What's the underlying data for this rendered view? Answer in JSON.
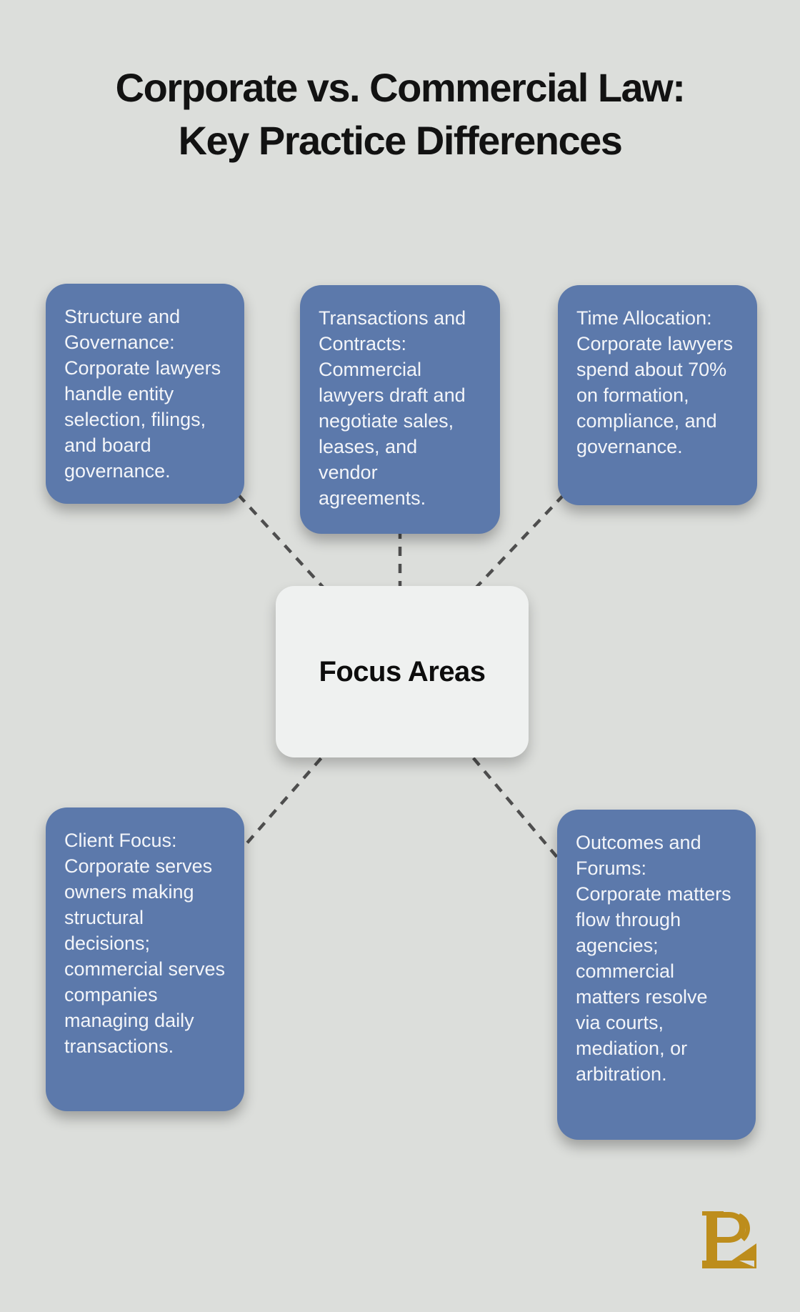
{
  "title": {
    "line1": "Corporate vs. Commercial Law:",
    "line2": "Key Practice Differences"
  },
  "center_node": {
    "label": "Focus Areas"
  },
  "nodes": [
    {
      "id": "structure-governance",
      "text": "Structure and Governance: Corporate lawyers handle entity selection, filings, and board governance."
    },
    {
      "id": "transactions-contracts",
      "text": "Transactions and Contracts: Commercial lawyers draft and negotiate sales, leases, and vendor agreements."
    },
    {
      "id": "time-allocation",
      "text": "Time Allocation: Corporate lawyers spend about 70% on formation, compliance, and governance."
    },
    {
      "id": "client-focus",
      "text": "Client Focus: Corporate serves owners making structural decisions; commercial serves companies managing daily transactions."
    },
    {
      "id": "outcomes-forums",
      "text": "Outcomes and Forums: Corporate matters flow through agencies; commercial matters resolve via courts, mediation, or arbitration."
    }
  ],
  "icons": {
    "brand_logo": "gold-lp-monogram"
  },
  "colors": {
    "background": "#dcdedb",
    "node_fill": "#5c79ab",
    "node_text": "#f3f5f9",
    "center_fill": "#eff1f0",
    "center_text": "#0d0d0d",
    "connector": "#4e4e4e",
    "title_text": "#121212",
    "logo_gold": "#bd8d1c"
  }
}
